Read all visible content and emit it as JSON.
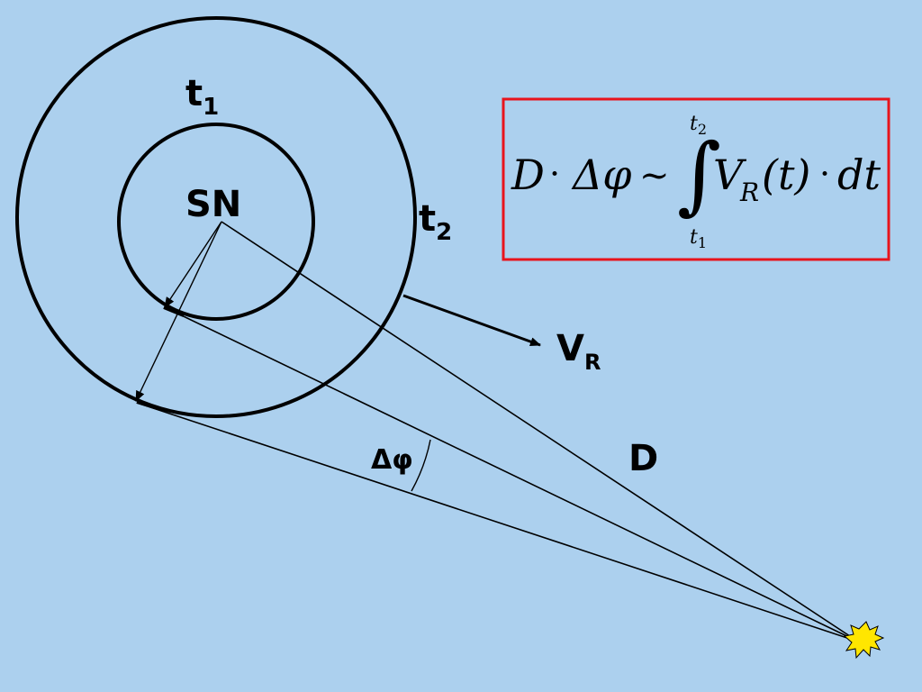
{
  "diagram": {
    "center_label": "SN",
    "inner_ring_label": "t",
    "inner_ring_sub": "1",
    "outer_ring_label": "t",
    "outer_ring_sub": "2",
    "velocity_label": "V",
    "velocity_sub": "R",
    "distance_label": "D",
    "angle_label": "Δφ"
  },
  "formula": {
    "lhs_D": "D",
    "dot1": "·",
    "delta_phi": "Δφ",
    "tilde": "~",
    "integral": "∫",
    "upper_t": "t",
    "upper_sub": "2",
    "lower_t": "t",
    "lower_sub": "1",
    "V": "V",
    "V_sub": "R",
    "paren_t": "(t)",
    "dot2": "·",
    "dt": "dt"
  },
  "colors": {
    "background": "#acd0ee",
    "formula_border": "#e8141c",
    "star_fill": "#ffe600"
  }
}
